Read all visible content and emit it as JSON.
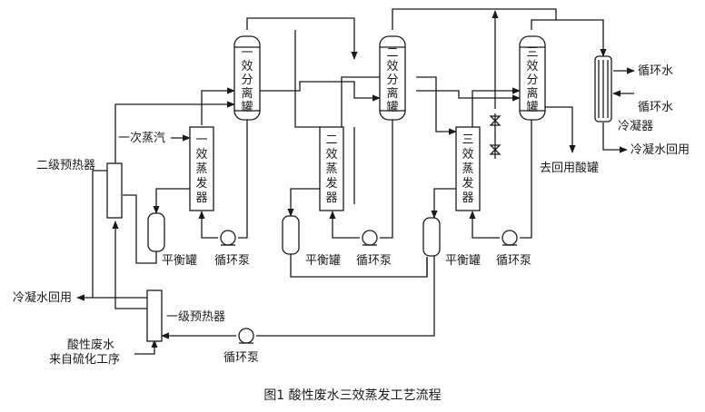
{
  "labels": {
    "sep1": [
      "一",
      "效",
      "分",
      "离",
      "罐"
    ],
    "sep2": [
      "二",
      "效",
      "分",
      "离",
      "罐"
    ],
    "sep3": [
      "三",
      "效",
      "分",
      "离",
      "罐"
    ],
    "evap1": [
      "一",
      "效",
      "蒸",
      "发",
      "器"
    ],
    "evap2": [
      "二",
      "效",
      "蒸",
      "发",
      "器"
    ],
    "evap3": [
      "三",
      "效",
      "蒸",
      "发",
      "器"
    ],
    "primary_steam": "一次蒸汽",
    "secondary_preheater": "二级预热器",
    "primary_preheater": "一级预热器",
    "balance_tank_1": "平衡罐",
    "balance_tank_2": "平衡罐",
    "balance_tank_3": "平衡罐",
    "circ_pump_1": "循环泵",
    "circ_pump_2": "循环泵",
    "circ_pump_3": "循环泵",
    "circ_pump_feed": "循环泵",
    "condensate_return_left": "冷凝水回用",
    "condensate_return_right": "冷凝水回用",
    "cooling_water_out": "循环水",
    "cooling_water_in": "循环水",
    "condenser": "冷凝器",
    "acid_tank": "去回用酸罐",
    "waste_water_line1": "酸性废水",
    "waste_water_line2": "来自硫化工序"
  },
  "caption": "图1    酸性废水三效蒸发工艺流程"
}
